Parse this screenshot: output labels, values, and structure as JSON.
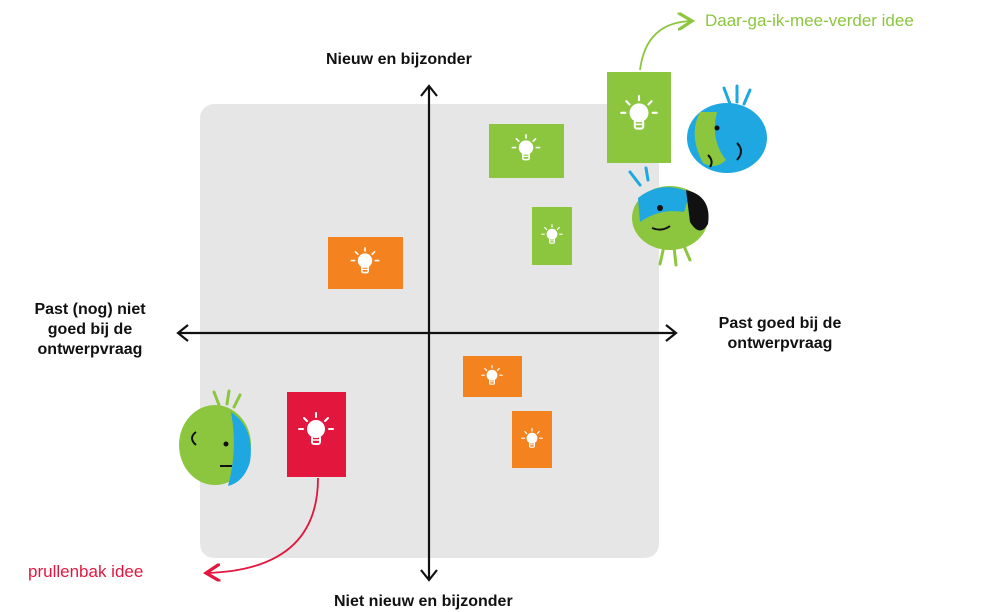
{
  "axes": {
    "top": "Nieuw en bijzonder",
    "bottom": "Niet nieuw en bijzonder",
    "left": [
      "Past (nog) niet",
      "goed bij de",
      "ontwerpvraag"
    ],
    "right": [
      "Past goed bij de",
      "ontwerpvraag"
    ]
  },
  "annotations": {
    "best_idea": "Daar-ga-ik-mee-verder idee",
    "trash_idea": "prullenbak idee"
  },
  "colors": {
    "green": "#8cc63f",
    "orange": "#f4821f",
    "red": "#e3173e",
    "blue": "#1ea7e1",
    "panel": "#e6e6e6",
    "axis": "#111111"
  },
  "icons": {
    "idea_card": "lightbulb-icon",
    "character": "face-character-icon"
  }
}
